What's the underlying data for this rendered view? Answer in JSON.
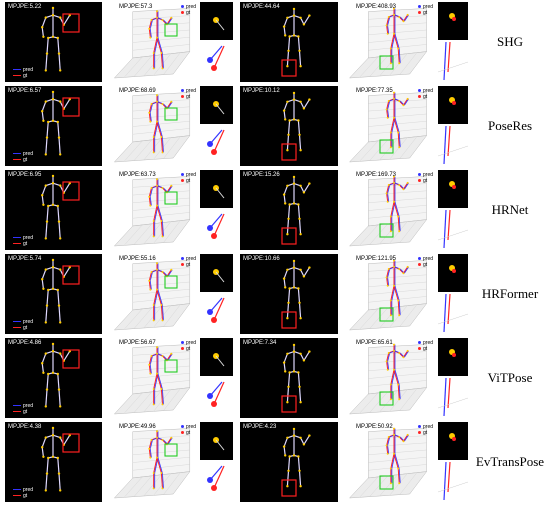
{
  "rows": [
    {
      "method": "SHG",
      "mpjpe": [
        "MPJPE:5.22",
        "MPJPE:57.3",
        "MPJPE:44.64",
        "MPJPE:408.93"
      ]
    },
    {
      "method": "PoseRes",
      "mpjpe": [
        "MPJPE:6.57",
        "MPJPE:68.69",
        "MPJPE:10.12",
        "MPJPE:77.35"
      ]
    },
    {
      "method": "HRNet",
      "mpjpe": [
        "MPJPE:6.95",
        "MPJPE:63.73",
        "MPJPE:15.26",
        "MPJPE:169.73"
      ]
    },
    {
      "method": "HRFormer",
      "mpjpe": [
        "MPJPE:5.74",
        "MPJPE:55.16",
        "MPJPE:10.66",
        "MPJPE:121.95"
      ]
    },
    {
      "method": "ViTPose",
      "mpjpe": [
        "MPJPE:4.86",
        "MPJPE:56.67",
        "MPJPE:7.34",
        "MPJPE:65.61"
      ]
    },
    {
      "method": "EvTransPose",
      "mpjpe": [
        "MPJPE:4.38",
        "MPJPE:49.96",
        "MPJPE:4.23",
        "MPJPE:50.92"
      ]
    }
  ],
  "legend": {
    "pred": "pred",
    "gt": "gt"
  },
  "colors": {
    "pred": "#3333ff",
    "gt": "#ff2222",
    "box2d": "#ff2020",
    "box3d": "#22cc22",
    "skeleton": "#ffcc00"
  }
}
